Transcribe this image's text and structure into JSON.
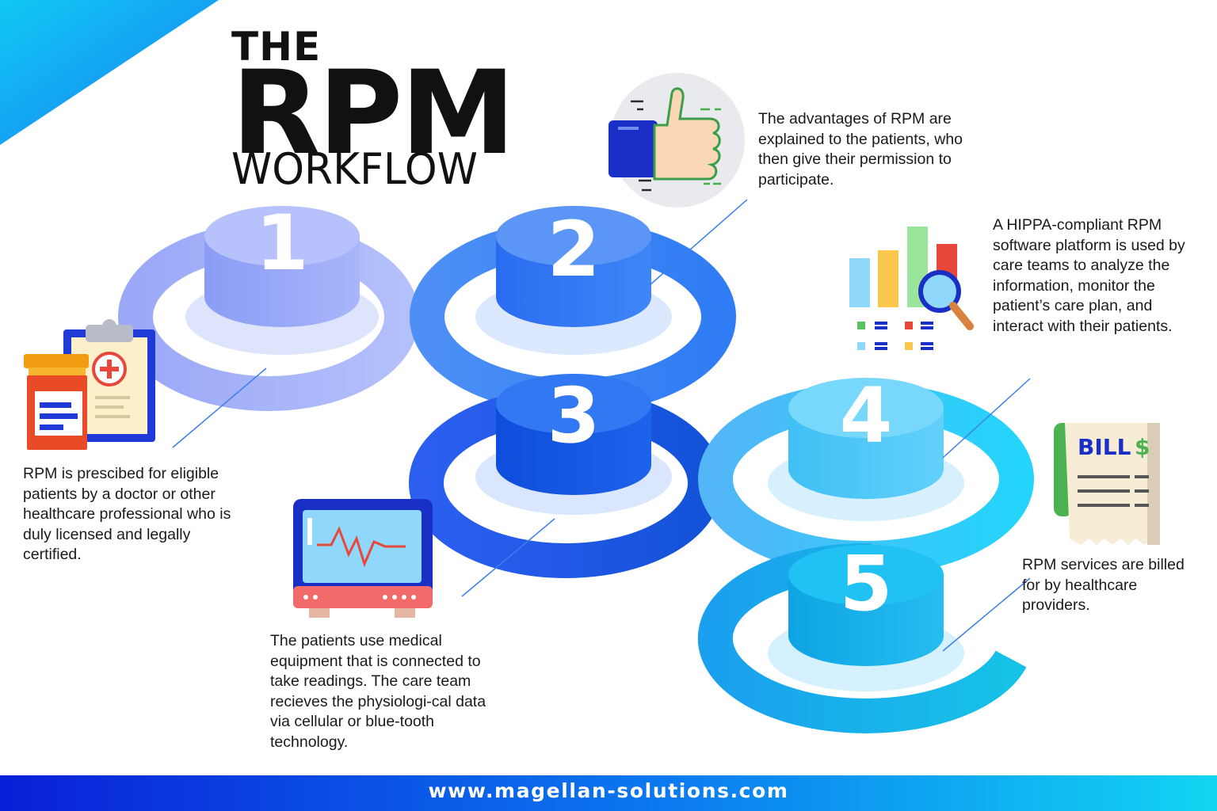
{
  "title": {
    "line1": "THE",
    "line2": "RPM",
    "line3": "WORKFLOW"
  },
  "steps": [
    {
      "number": "1",
      "icon": "prescription-icon",
      "description": "RPM is prescibed for eligible patients by a doctor or other healthcare professional who is duly licensed and legally certified."
    },
    {
      "number": "2",
      "icon": "thumbs-up-icon",
      "description": "The advantages of RPM are explained to the patients, who then give their permission to participate."
    },
    {
      "number": "3",
      "icon": "monitor-icon",
      "description": "The patients use medical equipment that is connected to take readings. The care team recieves the physiologi-cal data via cellular or blue-tooth technology."
    },
    {
      "number": "4",
      "icon": "analytics-icon",
      "description": "A HIPPA-compliant RPM software platform is used by care teams to analyze the information, monitor the patient’s care plan, and interact with their patients."
    },
    {
      "number": "5",
      "icon": "bill-icon",
      "description": "RPM services are billed for by healthcare providers."
    }
  ],
  "bill_icon": {
    "label": "BILL",
    "symbol": "$"
  },
  "footer": {
    "url": "www.magellan-solutions.com"
  },
  "colors": {
    "step1": "#a3aef9",
    "step2": "#3f86f5",
    "step3": "#1f5fe8",
    "step4": "#6bd3fb",
    "step5": "#19bdec",
    "footer_start": "#0a1fd8",
    "footer_end": "#12d5f2",
    "corner": "#16b4f3"
  }
}
